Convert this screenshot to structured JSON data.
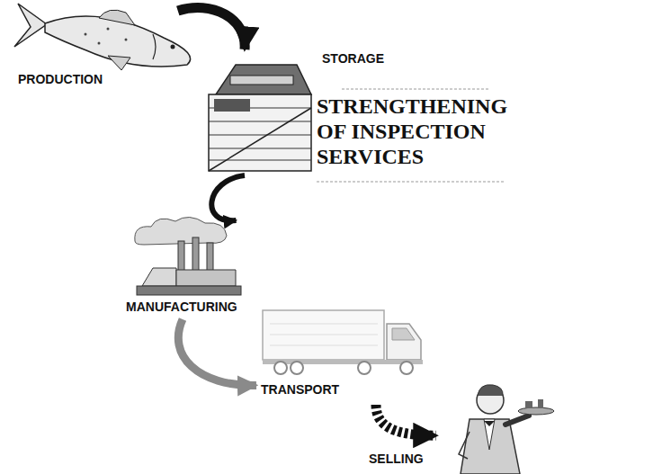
{
  "diagram": {
    "title": "STRENGTHENING OF INSPECTION SERVICES",
    "nodes": [
      {
        "text": [
          "PRODUCTION"
        ]
      },
      {
        "text": [
          "STORAGE"
        ]
      },
      {
        "text": [
          "MANUFACTURING"
        ]
      },
      {
        "text": [
          "TRANSPORT"
        ]
      },
      {
        "text": [
          "SELLING"
        ]
      }
    ],
    "edges": [
      {
        "from": 0,
        "to": 1,
        "arrow": "to"
      },
      {
        "from": 1,
        "to": 2,
        "arrow": "to"
      },
      {
        "from": 2,
        "to": 3,
        "arrow": "to"
      },
      {
        "from": 3,
        "to": 4,
        "arrow": "to"
      }
    ]
  }
}
